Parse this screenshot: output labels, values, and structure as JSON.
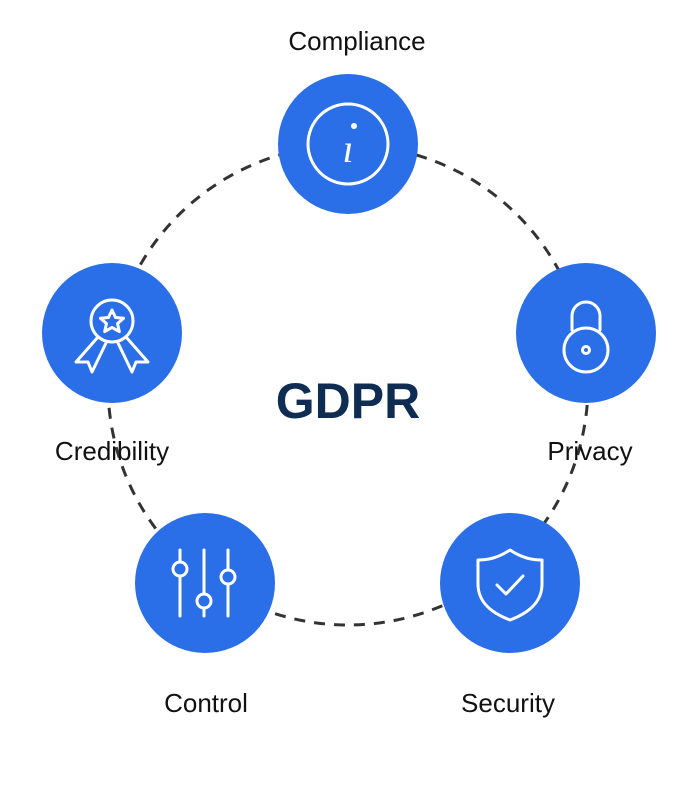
{
  "diagram": {
    "title": "GDPR",
    "colors": {
      "node": "#2a6fe8",
      "title": "#0f2d52",
      "ring": "#333333"
    },
    "nodes": [
      {
        "label": "Compliance",
        "icon": "info-icon"
      },
      {
        "label": "Privacy",
        "icon": "padlock-icon"
      },
      {
        "label": "Security",
        "icon": "shield-check-icon"
      },
      {
        "label": "Control",
        "icon": "sliders-icon"
      },
      {
        "label": "Credibility",
        "icon": "award-ribbon-icon"
      }
    ]
  }
}
